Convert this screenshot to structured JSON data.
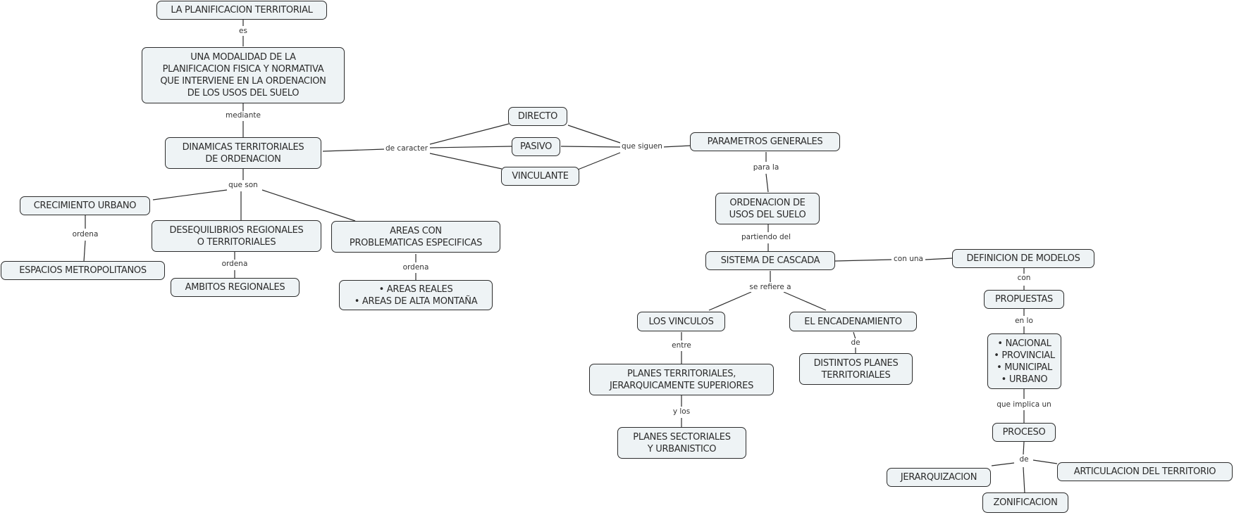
{
  "nodes": {
    "planificacion": "LA PLANIFICACION TERRITORIAL",
    "modalidad": "UNA MODALIDAD DE LA\nPLANIFICACION FISICA Y NORMATIVA\nQUE INTERVIENE EN LA ORDENACION\nDE LOS USOS DEL SUELO",
    "dinamicas": "DINAMICAS  TERRITORIALES\nDE ORDENACION",
    "directo": "DIRECTO",
    "pasivo": "PASIVO",
    "vinculante": "VINCULANTE",
    "parametros": "PARAMETROS GENERALES",
    "crecimiento": "CRECIMIENTO URBANO",
    "desequilibrios": "DESEQUILIBRIOS REGIONALES\nO TERRITORIALES",
    "areas_problematicas": "AREAS CON\nPROBLEMATICAS ESPECIFICAS",
    "espacios": "ESPACIOS METROPOLITANOS",
    "ambitos": "AMBITOS REGIONALES",
    "areas_reales": "• AREAS REALES\n• AREAS DE ALTA MONTAÑA",
    "ordenacion_usos": "ORDENACION DE\nUSOS DEL SUELO",
    "sistema_cascada": "SISTEMA DE CASCADA",
    "definicion_modelos": "DEFINICION DE MODELOS",
    "propuestas": "PROPUESTAS",
    "niveles": "• NACIONAL\n• PROVINCIAL\n• MUNICIPAL\n• URBANO",
    "proceso": "PROCESO",
    "jerarquizacion": "JERARQUIZACION",
    "articulacion": "ARTICULACION DEL TERRITORIO",
    "zonificacion": "ZONIFICACION",
    "vinculos": "LOS VINCULOS",
    "encadenamiento": "EL ENCADENAMIENTO",
    "planes_territoriales": "PLANES TERRITORIALES,\nJERARQUICAMENTE SUPERIORES",
    "planes_sectoriales": "PLANES SECTORIALES\nY URBANISTICO",
    "distintos_planes": "DISTINTOS PLANES\nTERRITORIALES"
  },
  "links": {
    "es": "es",
    "mediante": "mediante",
    "de_caracter": "de caracter",
    "que_siguen": "que siguen",
    "que_son": "que son",
    "ordena_1": "ordena",
    "ordena_2": "ordena",
    "ordena_3": "ordena",
    "para_la": "para la",
    "partiendo_del": "partiendo del",
    "con_una": "con una",
    "con": "con",
    "en_lo": "en lo",
    "que_implica_un": "que implica un",
    "de_proceso": "de",
    "se_refiere_a": "se refiere a",
    "entre": "entre",
    "y_los": "y los",
    "de_encadenamiento": "de"
  },
  "colors": {
    "node_fill": "#eef3f5",
    "node_border": "#2c2c2c",
    "connector": "#2c2c2c",
    "text": "#2b2b2b"
  }
}
